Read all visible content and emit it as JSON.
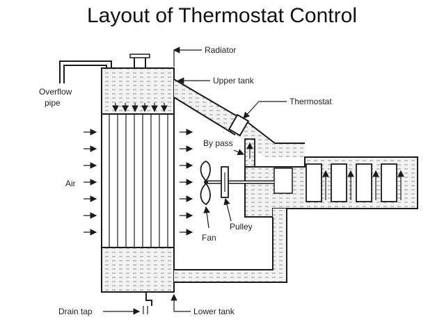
{
  "title": "Layout of Thermostat Control",
  "labels": {
    "radiator": "Radiator",
    "upper_tank": "Upper tank",
    "overflow_pipe_line1": "Overflow",
    "overflow_pipe_line2": "pipe",
    "thermostat": "Thermostat",
    "by_pass": "By pass",
    "air": "Air",
    "pulley": "Pulley",
    "fan": "Fan",
    "drain_tap": "Drain tap",
    "lower_tank": "Lower tank"
  }
}
